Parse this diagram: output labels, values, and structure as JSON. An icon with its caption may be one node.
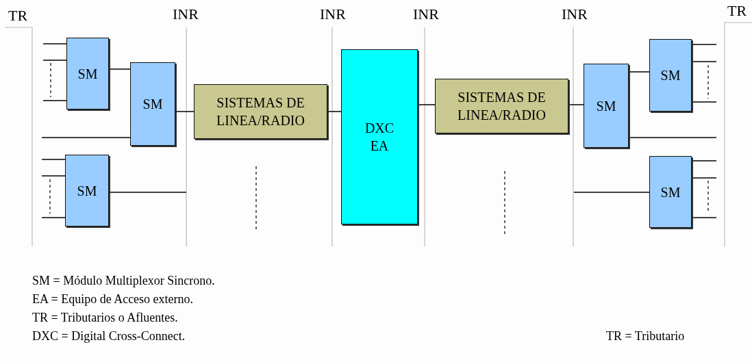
{
  "diagram": {
    "nodes": [
      {
        "text": [
          "SM"
        ]
      },
      {
        "text": [
          "SM"
        ]
      },
      {
        "text": [
          "SM"
        ]
      },
      {
        "text": [
          "SISTEMAS DE LINEA/RADIO"
        ]
      },
      {
        "text": [
          "DXC EA"
        ]
      },
      {
        "text": [
          "SISTEMAS DE LINEA/RADIO"
        ]
      },
      {
        "text": [
          "SM"
        ]
      },
      {
        "text": [
          "SM"
        ]
      },
      {
        "text": [
          "SM"
        ]
      }
    ],
    "edges": [
      {
        "from": null,
        "to": 0,
        "arrow": "none"
      },
      {
        "from": null,
        "to": 0,
        "arrow": "none"
      },
      {
        "from": null,
        "to": 0,
        "arrow": "none"
      },
      {
        "from": 0,
        "to": 1,
        "arrow": "none"
      },
      {
        "from": null,
        "to": 1,
        "arrow": "none"
      },
      {
        "from": null,
        "to": 2,
        "arrow": "none"
      },
      {
        "from": null,
        "to": 2,
        "arrow": "none"
      },
      {
        "from": null,
        "to": 2,
        "arrow": "none"
      },
      {
        "from": 2,
        "to": null,
        "arrow": "none"
      },
      {
        "from": 1,
        "to": 3,
        "arrow": "none"
      },
      {
        "from": 3,
        "to": 4,
        "arrow": "none"
      },
      {
        "from": 4,
        "to": 5,
        "arrow": "none"
      },
      {
        "from": 5,
        "to": 6,
        "arrow": "none"
      },
      {
        "from": 6,
        "to": 7,
        "arrow": "none"
      },
      {
        "from": 6,
        "to": null,
        "arrow": "none"
      },
      {
        "from": 7,
        "to": null,
        "arrow": "none"
      },
      {
        "from": 7,
        "to": null,
        "arrow": "none"
      },
      {
        "from": 7,
        "to": null,
        "arrow": "none"
      },
      {
        "from": null,
        "to": 8,
        "arrow": "none"
      },
      {
        "from": 8,
        "to": null,
        "arrow": "none"
      },
      {
        "from": 8,
        "to": null,
        "arrow": "none"
      },
      {
        "from": 8,
        "to": null,
        "arrow": "none"
      }
    ],
    "labels": [
      "TR",
      "INR",
      "INR",
      "INR",
      "INR",
      "TR",
      "SM = Módulo Multiplexor Sincrono.",
      "EA = Equipo de Acceso externo.",
      "TR = Tributarios o Afluentes.",
      "DXC = Digital Cross-Connect.",
      "TR = Tributario"
    ]
  }
}
